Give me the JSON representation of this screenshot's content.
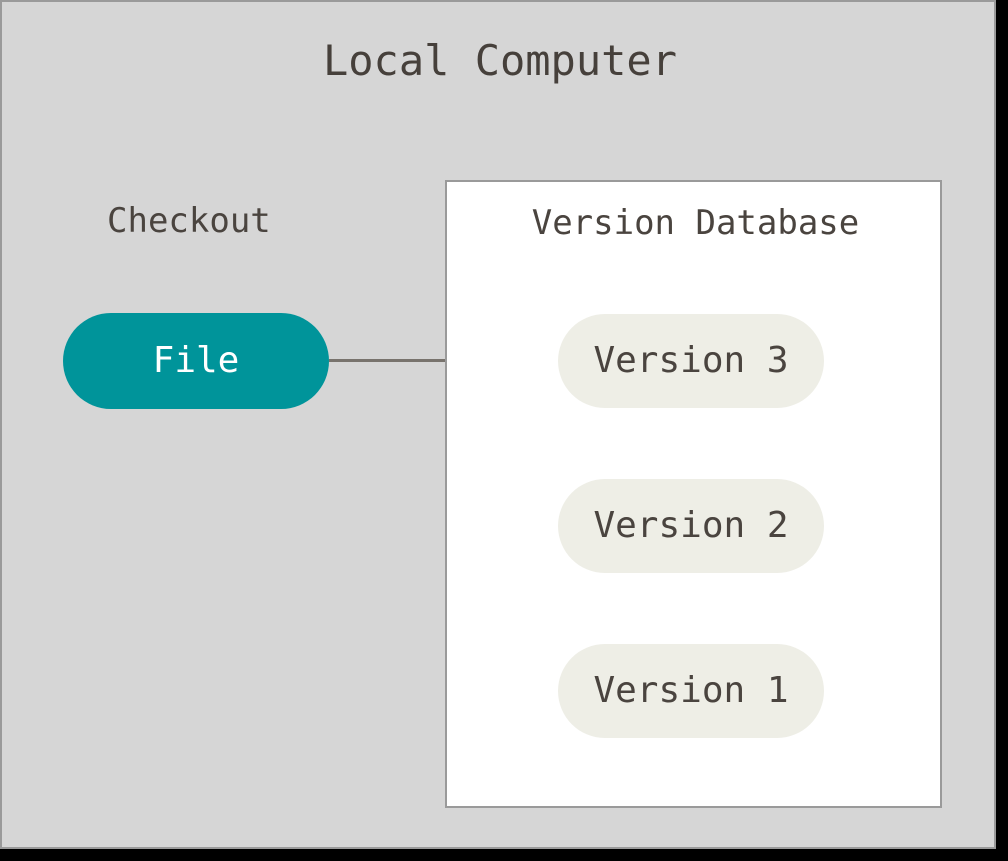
{
  "diagram": {
    "title": "Local Computer",
    "colors": {
      "canvas_backdrop": "#000000",
      "panel_fill": "#d6d6d6",
      "panel_border": "#9a9a9a",
      "database_fill": "#ffffff",
      "database_border": "#9a9a9a",
      "file_node_fill": "#00949a",
      "file_node_text": "#ffffff",
      "version_node_fill": "#eeeee6",
      "version_node_text": "#4a443f",
      "edge_color": "#78736d",
      "title_text": "#46403b"
    },
    "checkout": {
      "label": "Checkout",
      "node": {
        "label": "File",
        "shape": "rounded-pill",
        "fill": "#00949a"
      }
    },
    "version_database": {
      "label": "Version Database",
      "nodes": [
        {
          "label": "Version 3",
          "shape": "rounded-pill",
          "fill": "#eeeee6"
        },
        {
          "label": "Version 2",
          "shape": "rounded-pill",
          "fill": "#eeeee6"
        },
        {
          "label": "Version 1",
          "shape": "rounded-pill",
          "fill": "#eeeee6"
        }
      ]
    },
    "edges": [
      {
        "from": "File",
        "to": "Version 3",
        "orientation": "horizontal"
      },
      {
        "from": "Version 3",
        "to": "Version 2",
        "orientation": "vertical"
      },
      {
        "from": "Version 2",
        "to": "Version 1",
        "orientation": "vertical"
      }
    ]
  }
}
